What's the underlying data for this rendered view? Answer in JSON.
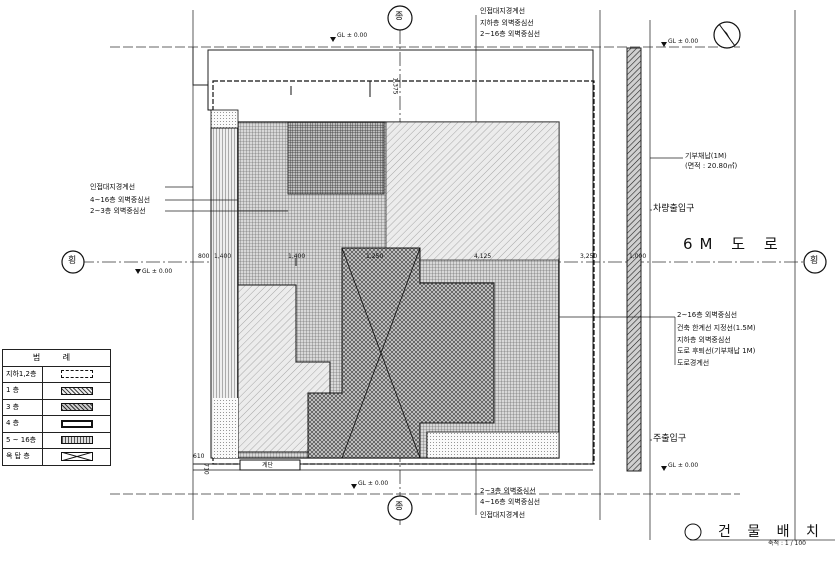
{
  "title": "건 물 배 치 도",
  "scale": "축척 : 1 / 100",
  "road": "6M 도 로",
  "entrances": {
    "vehicle": "차량출입구",
    "main": "주출입구"
  },
  "section_markers": {
    "top": "종",
    "bottom": "종",
    "left": "횡",
    "right": "횡"
  },
  "levels": {
    "gl_top_left": "GL ± 0.00",
    "gl_top_right": "GL ± 0.00",
    "gl_mid_left": "GL ± 0.00",
    "gl_bottom_right": "GL ± 0.00",
    "gl_bottom_left": "GL ± 0.00"
  },
  "callouts": {
    "top": [
      "인접대지경계선",
      "지하층 외벽중심선",
      "2~16층 외벽중심선"
    ],
    "left": [
      "인접대지경계선",
      "4~16층 외벽중심선",
      "2~3층 외벽중심선"
    ],
    "right_top": [
      "기부채납(1M)",
      "(면적 : 20.80㎡)"
    ],
    "right_mid": [
      "2~16층 외벽중심선",
      "건축 한계선 지정선(1.5M)",
      "지하층 외벽중심선",
      "도로 후퇴선(기부채납 1M)",
      "도로경계선"
    ],
    "bottom": [
      "2~3층 외벽중심선",
      "4~16층 외벽중심선",
      "인접대지경계선"
    ]
  },
  "dimensions": {
    "d1": "800",
    "d2": "1,400",
    "d3": "1,400",
    "d4": "1,250",
    "d5": "4,125",
    "d6": "3,250",
    "d7": "1,000",
    "v1": "1,375",
    "v2": "610",
    "v3": "710"
  },
  "room_label": "계단",
  "legend": {
    "header": "범 례",
    "rows": [
      {
        "name": "지하1,2층",
        "pattern": "dashed"
      },
      {
        "name": "1 층",
        "pattern": "diagonal"
      },
      {
        "name": "3 층",
        "pattern": "cross"
      },
      {
        "name": "4 층",
        "pattern": "dense"
      },
      {
        "name": "5 ~ 16층",
        "pattern": "grid"
      },
      {
        "name": "옥 탑 층",
        "pattern": "xbox"
      }
    ]
  }
}
